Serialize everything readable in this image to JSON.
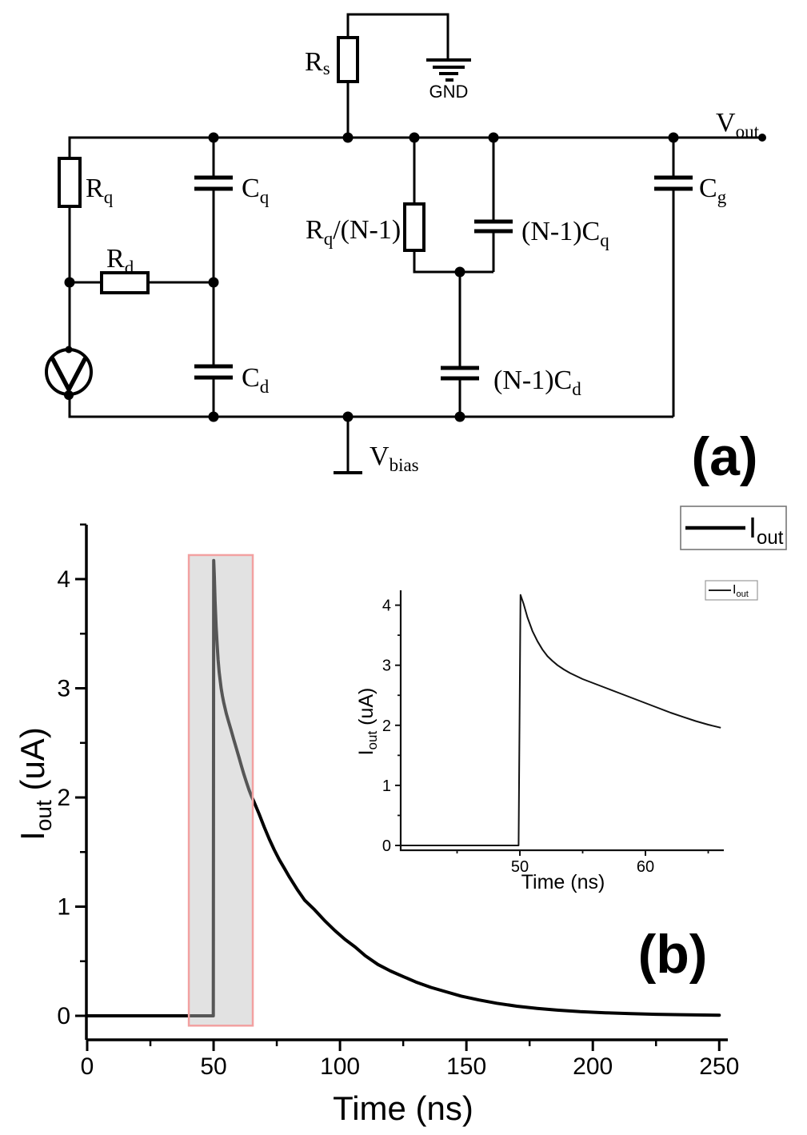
{
  "figure": {
    "panel_a_label": "(a)",
    "panel_b_label": "(b)"
  },
  "circuit": {
    "labels": {
      "rs": {
        "base": "R",
        "sub": "s"
      },
      "gnd": "GND",
      "vout": {
        "base": "V",
        "sub": "out"
      },
      "rq": {
        "base": "R",
        "sub": "q"
      },
      "cq": {
        "base": "C",
        "sub": "q"
      },
      "rd": {
        "base": "R",
        "sub": "d"
      },
      "rq_over_n1": {
        "base": "R",
        "sub": "q",
        "suffix": "/(N-1)"
      },
      "n1cq": {
        "prefix": "(N-1)",
        "base": "C",
        "sub": "q"
      },
      "cd": {
        "base": "C",
        "sub": "d"
      },
      "n1cd": {
        "prefix": "(N-1)",
        "base": "C",
        "sub": "d"
      },
      "cg": {
        "base": "C",
        "sub": "g"
      },
      "vbias": {
        "base": "V",
        "sub": "bias"
      }
    }
  },
  "chart_data": {
    "type": "line",
    "title": "",
    "xlabel": "Time (ns)",
    "ylabel": "Iout (uA)",
    "ylabel_parts": {
      "base": "I",
      "sub": "out",
      "rest": " (uA)"
    },
    "xlim": [
      0,
      253
    ],
    "ylim": [
      -0.22,
      4.5
    ],
    "xticks": [
      0,
      50,
      100,
      150,
      200,
      250
    ],
    "xminor": [
      25,
      75,
      125,
      175,
      225
    ],
    "yticks": [
      0,
      1,
      2,
      3,
      4
    ],
    "yminor": [
      0.5,
      1.5,
      2.5,
      3.5,
      4.5
    ],
    "grid": "off",
    "legend": {
      "base": "I",
      "sub": "out",
      "position": "top-right"
    },
    "line_color": "#000000",
    "series": [
      {
        "name": "Iout",
        "points": [
          [
            0,
            0
          ],
          [
            10,
            0
          ],
          [
            20,
            0
          ],
          [
            30,
            0
          ],
          [
            40,
            0
          ],
          [
            45,
            0
          ],
          [
            49.9,
            0
          ],
          [
            50.05,
            4.17
          ],
          [
            50.3,
            4.02
          ],
          [
            50.6,
            3.8
          ],
          [
            51,
            3.57
          ],
          [
            51.4,
            3.4
          ],
          [
            51.8,
            3.26
          ],
          [
            52.2,
            3.15
          ],
          [
            52.6,
            3.07
          ],
          [
            53,
            3.0
          ],
          [
            53.5,
            2.93
          ],
          [
            54,
            2.87
          ],
          [
            55,
            2.77
          ],
          [
            56,
            2.69
          ],
          [
            57,
            2.61
          ],
          [
            58,
            2.53
          ],
          [
            59,
            2.45
          ],
          [
            60,
            2.37
          ],
          [
            61,
            2.29
          ],
          [
            62,
            2.21
          ],
          [
            63,
            2.14
          ],
          [
            64,
            2.07
          ],
          [
            65,
            2.01
          ],
          [
            66,
            1.96
          ],
          [
            68,
            1.85
          ],
          [
            70,
            1.73
          ],
          [
            72,
            1.62
          ],
          [
            74,
            1.52
          ],
          [
            76,
            1.43
          ],
          [
            78,
            1.35
          ],
          [
            80,
            1.27
          ],
          [
            83,
            1.16
          ],
          [
            86,
            1.06
          ],
          [
            90,
            0.97
          ],
          [
            94,
            0.87
          ],
          [
            98,
            0.78
          ],
          [
            102,
            0.7
          ],
          [
            106,
            0.63
          ],
          [
            110,
            0.55
          ],
          [
            115,
            0.47
          ],
          [
            120,
            0.41
          ],
          [
            125,
            0.36
          ],
          [
            130,
            0.31
          ],
          [
            136,
            0.26
          ],
          [
            142,
            0.22
          ],
          [
            148,
            0.18
          ],
          [
            155,
            0.145
          ],
          [
            162,
            0.115
          ],
          [
            170,
            0.088
          ],
          [
            178,
            0.068
          ],
          [
            186,
            0.052
          ],
          [
            195,
            0.038
          ],
          [
            205,
            0.028
          ],
          [
            215,
            0.02
          ],
          [
            225,
            0.014
          ],
          [
            235,
            0.01
          ],
          [
            250,
            0.006
          ]
        ]
      }
    ],
    "highlight_region": {
      "t_start": 40.2,
      "t_end": 65.5,
      "i_bottom": -0.09,
      "i_top": 4.22,
      "fill": "#bebebe",
      "fill_opacity": 0.45,
      "border": "#f2a1a1"
    },
    "inset": {
      "xlabel": "Time (ns)",
      "ylabel": "Iout (uA)",
      "ylabel_parts": {
        "base": "I",
        "sub": "out",
        "rest": " (uA)"
      },
      "xlim": [
        40.5,
        66.2
      ],
      "ylim": [
        -0.08,
        4.25
      ],
      "xticks": [
        50,
        60
      ],
      "xminor": [
        45,
        55,
        65
      ],
      "yticks": [
        0,
        1,
        2,
        3,
        4
      ],
      "yminor": [
        0.5,
        1.5,
        2.5,
        3.5
      ],
      "legend": {
        "base": "I",
        "sub": "out"
      }
    }
  }
}
